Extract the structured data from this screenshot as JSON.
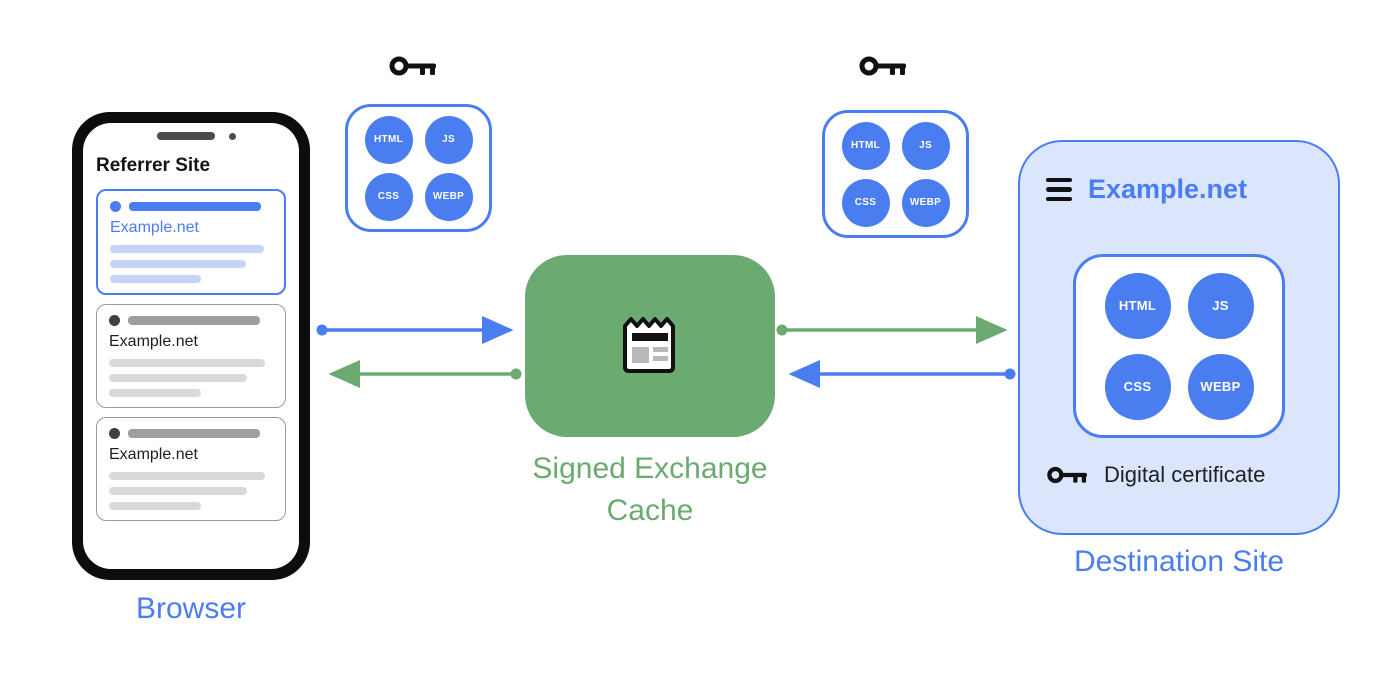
{
  "colors": {
    "blue": "#4A7DF0",
    "blue_light": "#C5D3F7",
    "blue_bg": "#DBE5FC",
    "green": "#6BAA70",
    "gray_border": "#9A9A9A",
    "gray_bar": "#9E9E9E",
    "gray_light": "#D9D9D9"
  },
  "asset_labels": [
    "HTML",
    "JS",
    "CSS",
    "WEBP"
  ],
  "browser": {
    "label": "Browser",
    "referrer_title": "Referrer Site",
    "cards": [
      {
        "domain": "Example.net"
      },
      {
        "domain": "Example.net"
      },
      {
        "domain": "Example.net"
      }
    ]
  },
  "cache": {
    "label_line1": "Signed Exchange",
    "label_line2": "Cache"
  },
  "destination": {
    "label": "Destination Site",
    "site_name": "Example.net",
    "certificate_label": "Digital certificate"
  }
}
